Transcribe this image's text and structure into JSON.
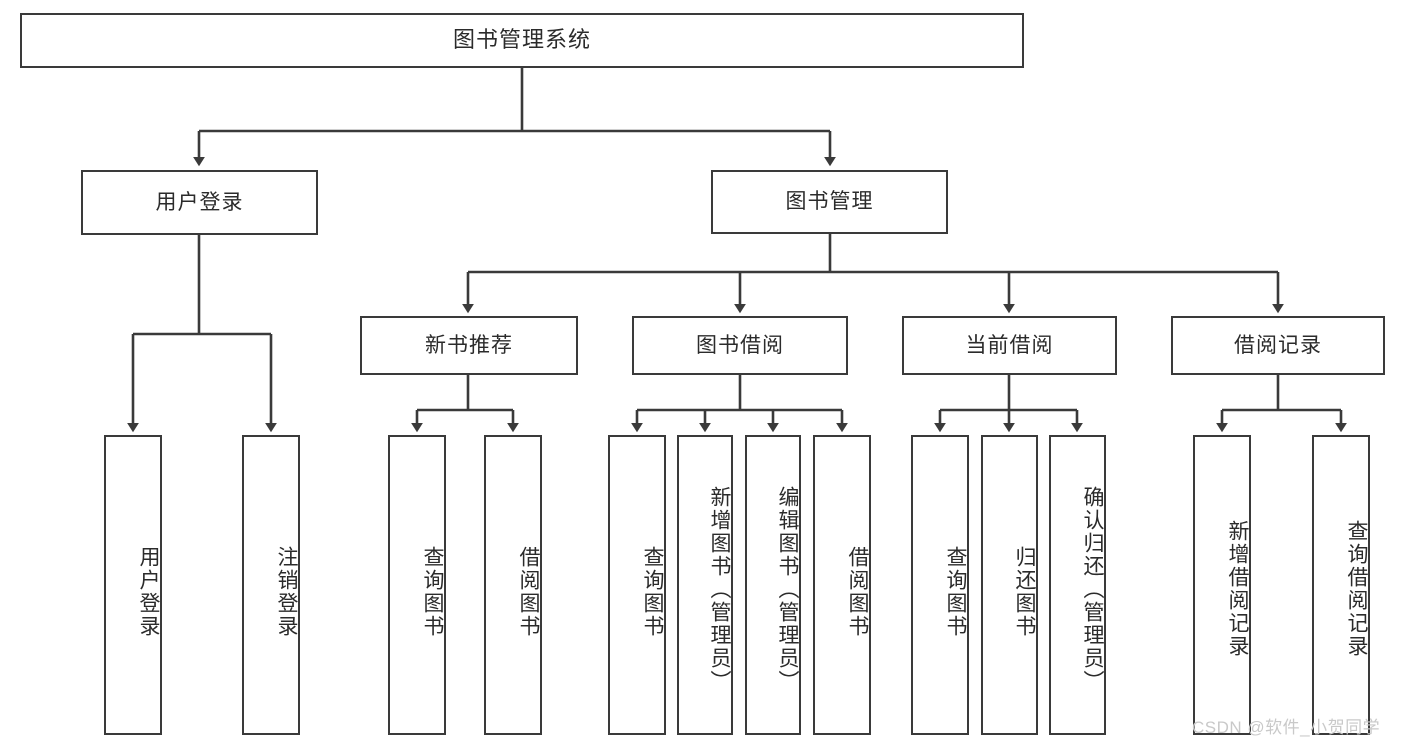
{
  "diagram": {
    "title": "图书管理系统",
    "type": "hierarchy-tree",
    "watermark": "CSDN @软件_小贺同学",
    "colors": {
      "box_border": "#3a3a3a",
      "box_fill": "#ffffff",
      "connector": "#3a3a3a",
      "text": "#2b2b2b",
      "watermark": "#c9c9c9",
      "background": "#ffffff"
    },
    "levels": {
      "root": {
        "label": "图书管理系统"
      },
      "level1": [
        {
          "id": "user-login",
          "label": "用户登录"
        },
        {
          "id": "book-manage",
          "label": "图书管理"
        }
      ],
      "level2": [
        {
          "id": "new-book-rec",
          "label": "新书推荐"
        },
        {
          "id": "book-borrow",
          "label": "图书借阅"
        },
        {
          "id": "current-borrow",
          "label": "当前借阅"
        },
        {
          "id": "borrow-record",
          "label": "借阅记录"
        }
      ],
      "leaves": {
        "user_login": [
          {
            "id": "leaf-user-login",
            "label": "用户登录"
          },
          {
            "id": "leaf-user-logout",
            "label": "注销登录"
          }
        ],
        "new_book_rec": [
          {
            "id": "leaf-query-book-1",
            "label": "查询图书"
          },
          {
            "id": "leaf-borrow-book-1",
            "label": "借阅图书"
          }
        ],
        "book_borrow": [
          {
            "id": "leaf-query-book-2",
            "label": "查询图书"
          },
          {
            "id": "leaf-add-book",
            "label": "新增图书（管理员）"
          },
          {
            "id": "leaf-edit-book",
            "label": "编辑图书（管理员）"
          },
          {
            "id": "leaf-borrow-book-2",
            "label": "借阅图书"
          }
        ],
        "current_borrow": [
          {
            "id": "leaf-query-book-3",
            "label": "查询图书"
          },
          {
            "id": "leaf-return-book",
            "label": "归还图书"
          },
          {
            "id": "leaf-confirm-return",
            "label": "确认归还（管理员）"
          }
        ],
        "borrow_record": [
          {
            "id": "leaf-add-record",
            "label": "新增借阅记录"
          },
          {
            "id": "leaf-query-record",
            "label": "查询借阅记录"
          }
        ]
      }
    }
  }
}
